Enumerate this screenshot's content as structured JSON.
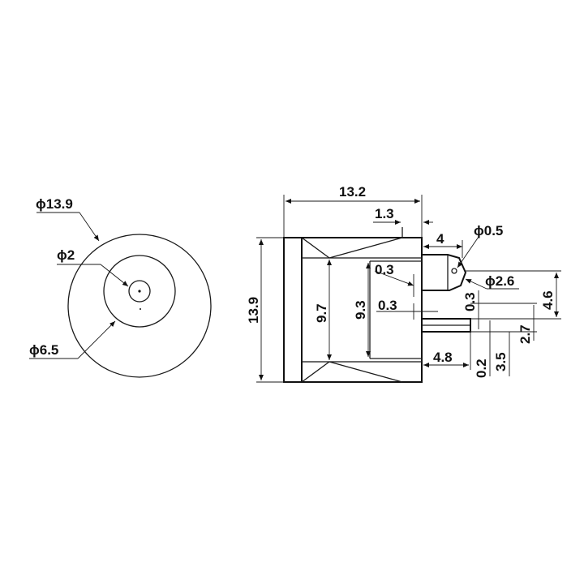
{
  "front_view": {
    "outer_diameter": "ϕ13.9",
    "inner_diameter": "ϕ6.5",
    "pin_diameter": "ϕ2"
  },
  "side_view": {
    "overall_length": "13.2",
    "flange_thickness": "1.3",
    "overall_height": "13.9",
    "inner_height_a": "9.7",
    "inner_height_b": "9.3",
    "gap_top": "0.3",
    "gap_bottom": "0.3",
    "terminal_length": "4",
    "hole_diameter": "ϕ0.5",
    "terminal_diameter": "ϕ2.6",
    "terminal_gap": "0.3",
    "terminal_offset": "4.6",
    "lower_terminal_offset": "2.7",
    "lower_terminal_length": "4.8",
    "lower_terminal_thickness": "0.2",
    "lower_terminal_height": "3.5"
  }
}
